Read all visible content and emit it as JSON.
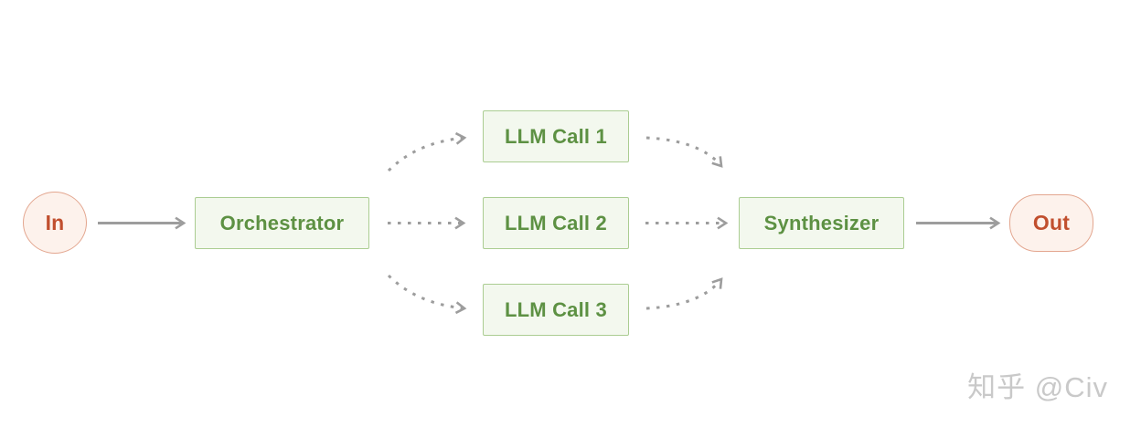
{
  "diagram": {
    "title": "orchestrator-workers workflow",
    "nodes": {
      "input": {
        "label": "In",
        "shape": "circle"
      },
      "orchestrator": {
        "label": "Orchestrator",
        "shape": "box"
      },
      "llm_call_1": {
        "label": "LLM Call 1",
        "shape": "box"
      },
      "llm_call_2": {
        "label": "LLM Call 2",
        "shape": "box"
      },
      "llm_call_3": {
        "label": "LLM Call 3",
        "shape": "box"
      },
      "synthesizer": {
        "label": "Synthesizer",
        "shape": "box"
      },
      "output": {
        "label": "Out",
        "shape": "stadium"
      }
    },
    "edges": [
      {
        "from": "In",
        "to": "Orchestrator",
        "style": "solid"
      },
      {
        "from": "Orchestrator",
        "to": "LLM Call 1",
        "style": "dashed"
      },
      {
        "from": "Orchestrator",
        "to": "LLM Call 2",
        "style": "dashed"
      },
      {
        "from": "Orchestrator",
        "to": "LLM Call 3",
        "style": "dashed"
      },
      {
        "from": "LLM Call 1",
        "to": "Synthesizer",
        "style": "dashed"
      },
      {
        "from": "LLM Call 2",
        "to": "Synthesizer",
        "style": "dashed"
      },
      {
        "from": "LLM Call 3",
        "to": "Synthesizer",
        "style": "dashed"
      },
      {
        "from": "Synthesizer",
        "to": "Out",
        "style": "solid"
      }
    ],
    "colors": {
      "green_fill": "#f3f8ee",
      "green_border": "#abcd92",
      "green_text": "#5d9143",
      "pink_fill": "#fdf2ec",
      "pink_border": "#e3a68f",
      "red_text": "#c14f2e",
      "arrow_gray": "#9d9d9d",
      "watermark_gray": "#c9c9c9"
    }
  },
  "watermark": {
    "text": "知乎 @Civ"
  }
}
